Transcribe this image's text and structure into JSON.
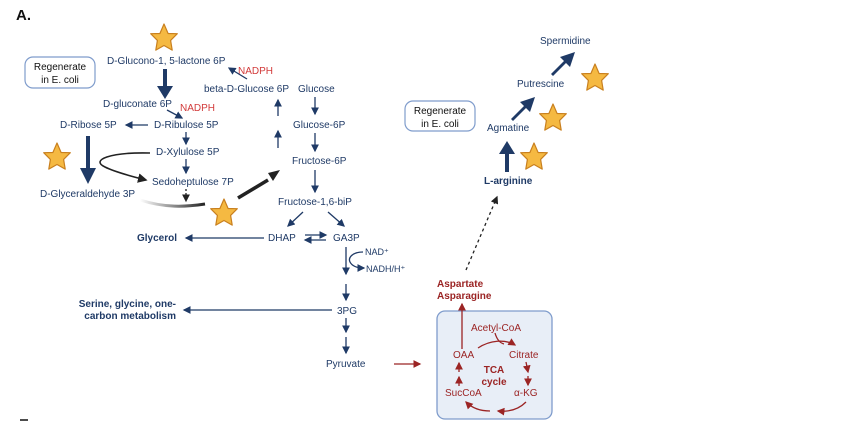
{
  "panel_label": "A.",
  "regen_label_line1": "Regenerate",
  "regen_label_line2": "in E. coli",
  "ppp": {
    "glucono_lactone": "D-Glucono-1, 5-lactone 6P",
    "nadph_1": "NADPH",
    "beta_glucose": "beta-D-Glucose 6P",
    "gluconate": "D-gluconate 6P",
    "nadph_2": "NADPH",
    "ribose": "D-Ribose 5P",
    "ribulose": "D-Ribulose 5P",
    "xylulose": "D-Xylulose 5P",
    "sedoheptulose": "Sedoheptulose 7P",
    "glyceraldehyde": "D-Glyceraldehyde 3P"
  },
  "glycolysis": {
    "glucose": "Glucose",
    "glucose6p": "Glucose-6P",
    "fructose6p": "Fructose-6P",
    "fructose16": "Fructose-1,6-biP",
    "dhap": "DHAP",
    "ga3p": "GA3P",
    "nad": "NAD⁺",
    "nadh": "NADH/H⁺",
    "pg3": "3PG",
    "pyruvate": "Pyruvate",
    "glycerol": "Glycerol",
    "serine_line1": "Serine, glycine, one-",
    "serine_line2": "carbon metabolism"
  },
  "tca": {
    "aspartate": "Aspartate",
    "asparagine": "Asparagine",
    "acetyl_coa": "Acetyl-CoA",
    "oaa": "OAA",
    "citrate": "Citrate",
    "tca_line1": "TCA",
    "tca_line2": "cycle",
    "succoa": "SucCoA",
    "akg": "α-KG"
  },
  "polyamine": {
    "spermidine": "Spermidine",
    "putrescine": "Putrescine",
    "agmatine": "Agmatine",
    "arginine": "L-arginine"
  },
  "colors": {
    "navy": "#1f3a66",
    "red": "#9b2424",
    "nadph": "#d23a3a",
    "star_fill": "#f5b942",
    "star_stroke": "#c9801f",
    "box_fill": "#e8eef7",
    "box_stroke": "#7f9ccc"
  }
}
